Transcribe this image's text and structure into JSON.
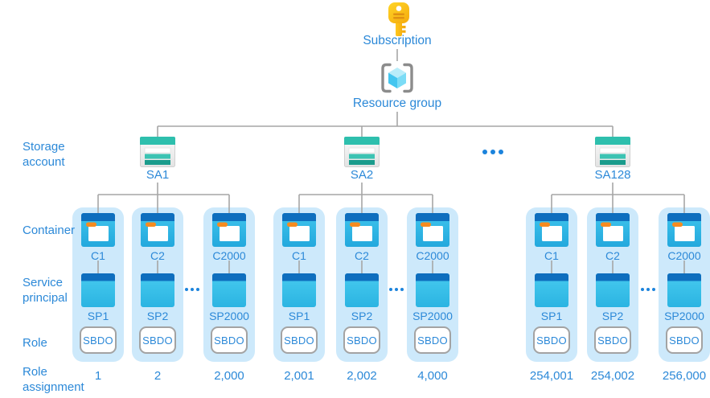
{
  "colors": {
    "accent_blue": "#2C89D8",
    "line_gray": "#A6A6A6",
    "card_background": "#CDE9FB",
    "storage_teal": "#2EBFAD",
    "icon_blue_header": "#0E6EBE",
    "key_gold": "#F9B913"
  },
  "top": {
    "subscription_label": "Subscription",
    "resource_group_label": "Resource group"
  },
  "row_labels": {
    "storage_account": "Storage account",
    "container": "Container",
    "service_principal": "Service principal",
    "role": "Role",
    "role_assignment": "Role assignment"
  },
  "groups": [
    {
      "storage_label": "SA1",
      "cards": [
        {
          "container": "C1",
          "service_principal": "SP1",
          "role": "SBDO",
          "assignment": "1"
        },
        {
          "container": "C2",
          "service_principal": "SP2",
          "role": "SBDO",
          "assignment": "2"
        },
        {
          "container": "C2000",
          "service_principal": "SP2000",
          "role": "SBDO",
          "assignment": "2,000"
        }
      ]
    },
    {
      "storage_label": "SA2",
      "cards": [
        {
          "container": "C1",
          "service_principal": "SP1",
          "role": "SBDO",
          "assignment": "2,001"
        },
        {
          "container": "C2",
          "service_principal": "SP2",
          "role": "SBDO",
          "assignment": "2,002"
        },
        {
          "container": "C2000",
          "service_principal": "SP2000",
          "role": "SBDO",
          "assignment": "4,000"
        }
      ]
    },
    {
      "storage_label": "SA128",
      "cards": [
        {
          "container": "C1",
          "service_principal": "SP1",
          "role": "SBDO",
          "assignment": "254,001"
        },
        {
          "container": "C2",
          "service_principal": "SP2",
          "role": "SBDO",
          "assignment": "254,002"
        },
        {
          "container": "C2000",
          "service_principal": "SP2000",
          "role": "SBDO",
          "assignment": "256,000"
        }
      ]
    }
  ]
}
